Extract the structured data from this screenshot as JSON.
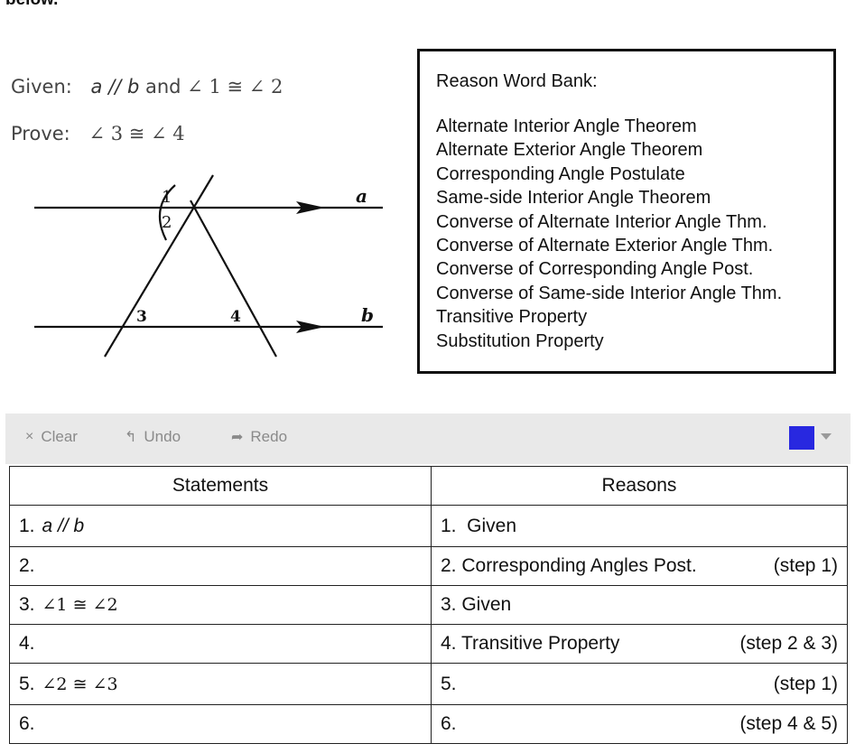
{
  "page": {
    "heading_fragment": "below."
  },
  "given": {
    "label": "Given:",
    "a": "a",
    "parallel": "//",
    "b": "b",
    "and": "and",
    "angle_expr": "∠ 1 ≅ ∠ 2"
  },
  "prove": {
    "label": "Prove:",
    "angle_expr": "∠ 3 ≅ ∠ 4"
  },
  "diagram": {
    "line_a_label": "a",
    "line_b_label": "b",
    "angle_labels": [
      "1",
      "2",
      "3",
      "4"
    ]
  },
  "word_bank": {
    "title": "Reason Word Bank:",
    "items": [
      "Alternate Interior Angle Theorem",
      "Alternate Exterior Angle Theorem",
      "Corresponding Angle Postulate",
      "Same-side Interior Angle Theorem",
      "Converse of Alternate Interior Angle Thm.",
      "Converse of Alternate Exterior Angle Thm.",
      "Converse of Corresponding Angle Post.",
      "Converse of Same-side Interior Angle Thm.",
      "Transitive Property",
      "Substitution Property"
    ]
  },
  "toolbar": {
    "clear_label": "Clear",
    "clear_icon": "×",
    "undo_label": "Undo",
    "undo_icon": "↰",
    "redo_label": "Redo",
    "redo_icon": "➦",
    "selected_color": "#2828e0"
  },
  "table": {
    "headers": {
      "statements": "Statements",
      "reasons": "Reasons"
    },
    "rows": [
      {
        "n": "1.",
        "statement": "a // b",
        "statement_style": "italic",
        "reason": "1.  Given",
        "note": ""
      },
      {
        "n": "2.",
        "statement": "",
        "statement_style": "",
        "reason": "2. Corresponding Angles Post.",
        "note": "(step 1)"
      },
      {
        "n": "3.",
        "statement": "∠1 ≅ ∠2",
        "statement_style": "math",
        "reason": "3. Given",
        "note": ""
      },
      {
        "n": "4.",
        "statement": "",
        "statement_style": "",
        "reason": "4. Transitive Property",
        "note": "(step 2 & 3)"
      },
      {
        "n": "5.",
        "statement": "∠2 ≅ ∠3",
        "statement_style": "math",
        "reason": "5.",
        "note": "(step 1)"
      },
      {
        "n": "6.",
        "statement": "",
        "statement_style": "",
        "reason": "6.",
        "note": "(step 4 & 5)"
      }
    ]
  }
}
